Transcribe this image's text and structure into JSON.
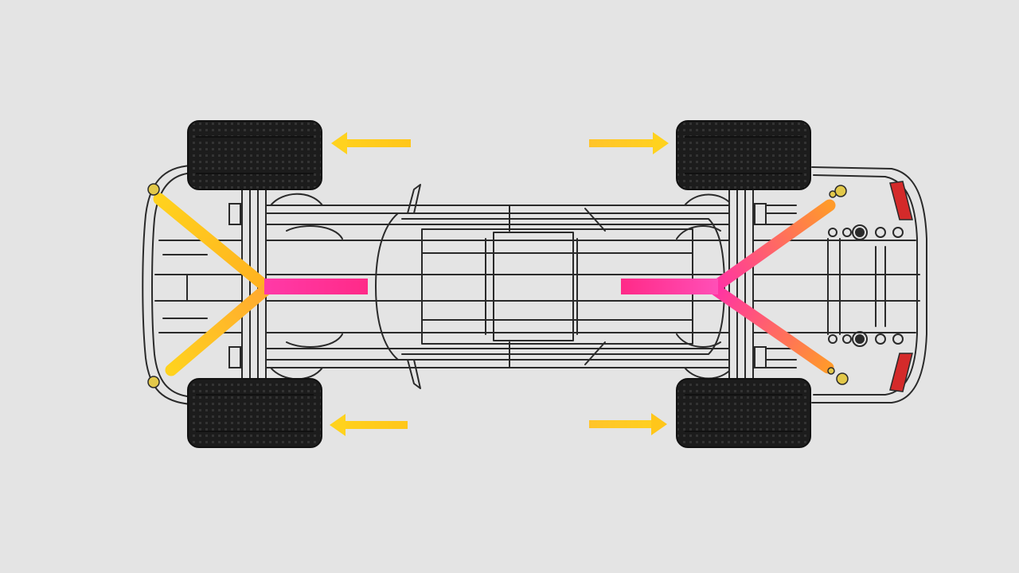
{
  "colors": {
    "background": "#e4e4e4",
    "outline": "#2a2a2a",
    "tire": "#1c1c1c",
    "tire_tread": "#3a3a3a",
    "arrow": "#f5c518",
    "arrow_light": "#ffe14a",
    "flow_start": "#ffd21e",
    "flow_mid": "#ff8c2a",
    "flow_end": "#ff2fa8",
    "bolt": "#e2c84a",
    "tail_light": "#d42a2a"
  },
  "tires": [
    {
      "name": "front-left-tire"
    },
    {
      "name": "front-right-tire"
    },
    {
      "name": "rear-left-tire"
    },
    {
      "name": "rear-right-tire"
    }
  ],
  "arrows": [
    {
      "name": "front-left-arrow",
      "direction": "left"
    },
    {
      "name": "front-right-arrow",
      "direction": "left"
    },
    {
      "name": "rear-left-arrow",
      "direction": "right"
    },
    {
      "name": "rear-right-arrow",
      "direction": "right"
    }
  ],
  "labels": []
}
